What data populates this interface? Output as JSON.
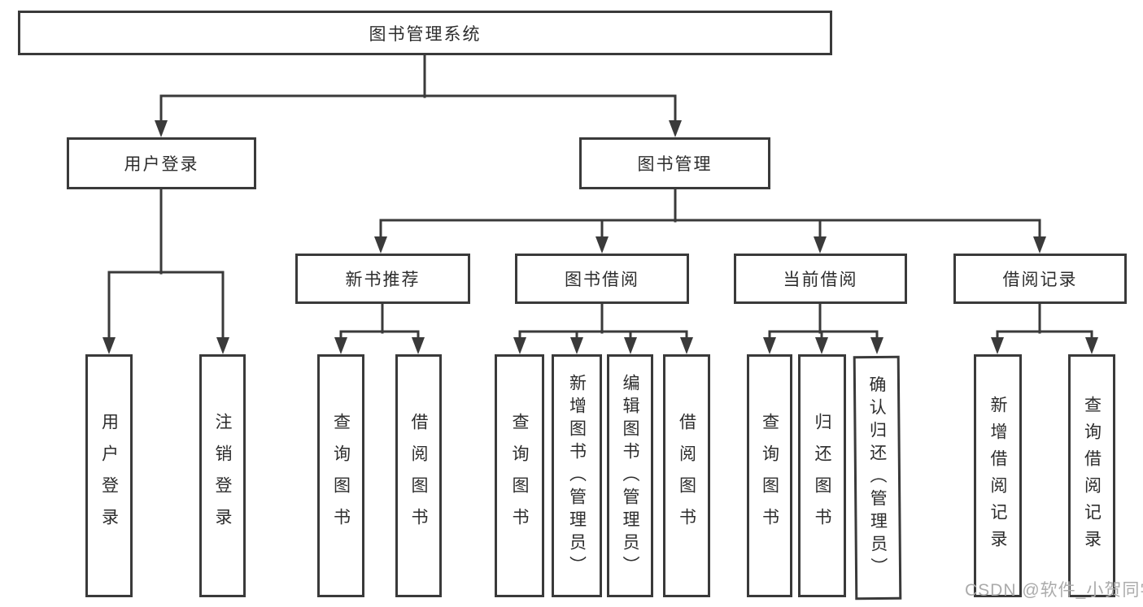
{
  "diagram": {
    "root": "图书管理系统",
    "level2": [
      "用户登录",
      "图书管理"
    ],
    "level3": [
      "新书推荐",
      "图书借阅",
      "当前借阅",
      "借阅记录"
    ],
    "leaves": {
      "user_login": [
        "用户登录",
        "注销登录"
      ],
      "new_book_recommend": [
        "查询图书",
        "借阅图书"
      ],
      "book_borrow": [
        "查询图书",
        "新增图书（管理员）",
        "编辑图书（管理员）",
        "借阅图书"
      ],
      "current_borrow": [
        "查询图书",
        "归还图书",
        "确认归还（管理员）"
      ],
      "borrow_record": [
        "新增借阅记录",
        "查询借阅记录"
      ]
    }
  },
  "watermark": "CSDN @软件_小贺同学",
  "colors": {
    "line": "#3a3a3a",
    "text": "#2d2d2d",
    "watermark": "#ababab",
    "background": "#ffffff"
  }
}
